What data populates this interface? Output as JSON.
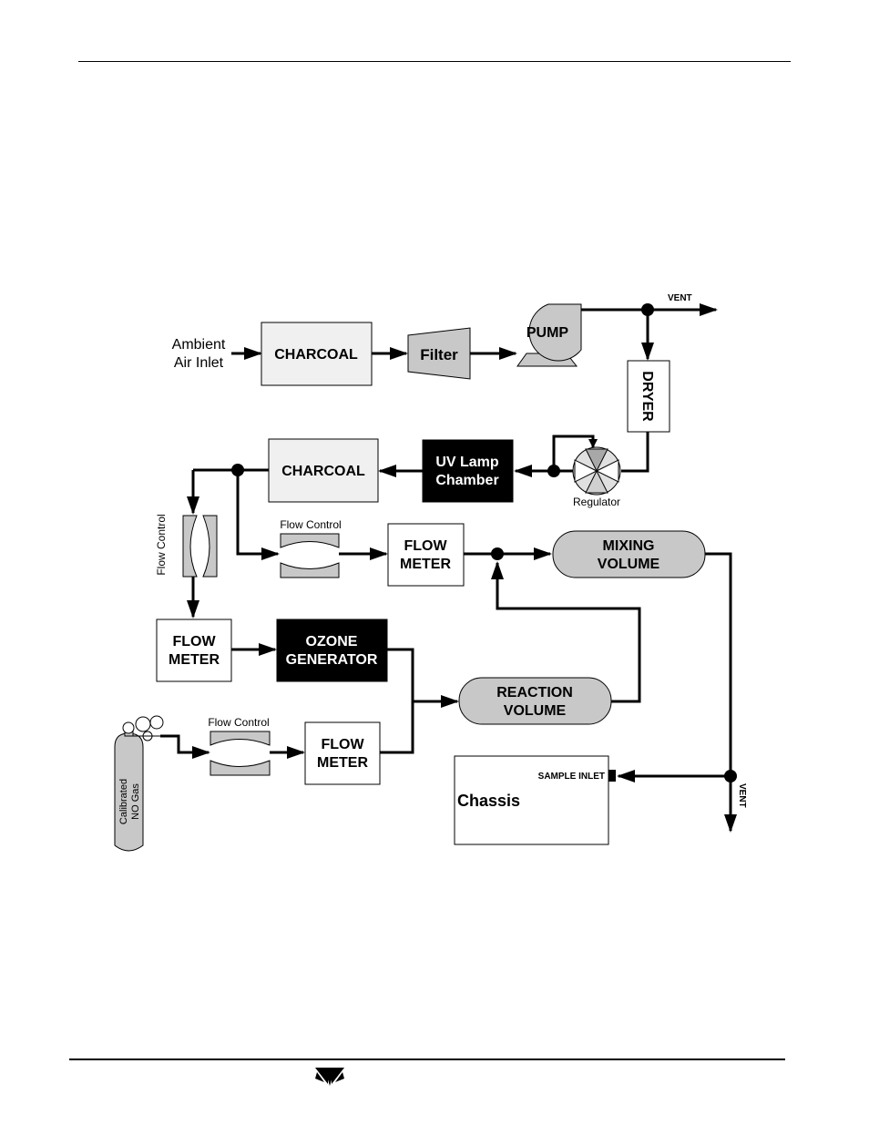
{
  "diagram": {
    "inlet_label_1": "Ambient",
    "inlet_label_2": "Air Inlet",
    "charcoal_top": "CHARCOAL",
    "filter": "Filter",
    "pump": "PUMP",
    "vent_top": "VENT",
    "dryer": "DRYER",
    "regulator": "Regulator",
    "uv_lamp_1": "UV Lamp",
    "uv_lamp_2": "Chamber",
    "charcoal_mid": "CHARCOAL",
    "flow_control_vertical": "Flow Control",
    "flow_control_mid": "Flow Control",
    "flow_meter_1a": "FLOW",
    "flow_meter_1b": "METER",
    "mixing_1": "MIXING",
    "mixing_2": "VOLUME",
    "flow_meter_2a": "FLOW",
    "flow_meter_2b": "METER",
    "ozone_1": "OZONE",
    "ozone_2": "GENERATOR",
    "reaction_1": "REACTION",
    "reaction_2": "VOLUME",
    "flow_control_bottom": "Flow Control",
    "flow_meter_3a": "FLOW",
    "flow_meter_3b": "METER",
    "cylinder_1": "Calibrated",
    "cylinder_2": "NO Gas",
    "sample_inlet": "SAMPLE INLET",
    "chassis": "Chassis",
    "vent_right": "VENT"
  }
}
